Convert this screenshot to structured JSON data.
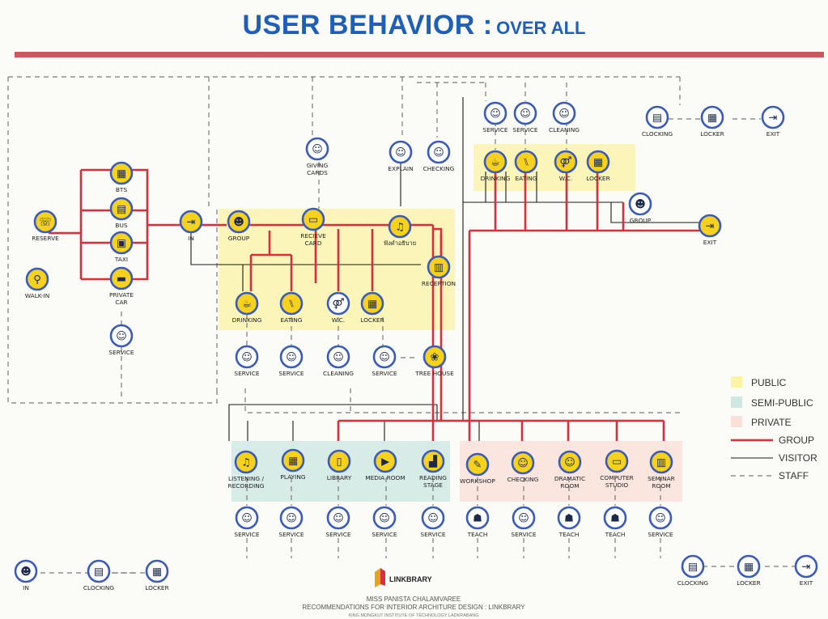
{
  "title": {
    "main": "USER BEHAVIOR :",
    "sub": "OVER ALL"
  },
  "colors": {
    "public": "#fbf3a6",
    "semi_public": "#cfe9e2",
    "private": "#fbe0d8",
    "group": "#d6303c",
    "visitor": "#1a1a1a",
    "staff": "#777777",
    "node_ring": "#3a5cb8",
    "node_fill_yellow": "#f6d21f",
    "node_fill_white": "#ffffff"
  },
  "nodes": {
    "reserve": "RESERVE",
    "walk_in": "WALK-IN",
    "bts": "BTS",
    "bus": "BUS",
    "taxi": "TAXI",
    "private_car": "PRIVATE CAR",
    "service_left": "SERVICE",
    "in_main": "IN",
    "group_main": "GROUP",
    "giving_cards": "GIVING CARDS",
    "recieve_card": "RECIEVE CARD",
    "explain": "EXPLAIN",
    "checking_top": "CHECKING",
    "thai_label": "ฟังคำอธิบาย",
    "reception": "RECEPTION",
    "drinking_mid": "DRINKING",
    "eating_mid": "EATING",
    "wc_mid": "W.C.",
    "locker_mid": "LOCKER",
    "service_a": "SERVICE",
    "service_b": "SERVICE",
    "cleaning_mid": "CLEANING",
    "service_c": "SERVICE",
    "tree_house": "TREE HOUSE",
    "service_tr1": "SERVICE",
    "service_tr2": "SERVICE",
    "cleaning_tr": "CLEANING",
    "drinking_tr": "DRINKING",
    "eating_tr": "EATING",
    "wc_tr": "W.C.",
    "locker_tr": "LOCKER",
    "clocking_tr": "CLOCKING",
    "locker_tr2": "LOCKER",
    "exit_tr": "EXIT",
    "group_right": "GROUP",
    "exit_right": "EXIT",
    "listening": "LISTENING / RECORDING",
    "playing": "PLAYING",
    "library": "LIBRARY",
    "media_room": "MEDIA ROOM",
    "reading_stage": "READING STAGE",
    "workshop": "WORKSHOP",
    "checking_bottom": "CHECKING",
    "dramatic_room": "DRAMATIC ROOM",
    "computer_studio": "COMPUTER STUDIO",
    "seminar_room": "SEMINAR ROOM",
    "b_service1": "SERVICE",
    "b_service2": "SERVICE",
    "b_service3": "SERVICE",
    "b_service4": "SERVICE",
    "b_service5": "SERVICE",
    "b_teach1": "TEACH",
    "b_service6": "SERVICE",
    "b_teach2": "TEACH",
    "b_teach3": "TEACH",
    "b_service7": "SERVICE",
    "in_bl": "IN",
    "clocking_bl": "CLOCKING",
    "locker_bl": "LOCKER",
    "clocking_br": "CLOCKING",
    "locker_br": "LOCKER",
    "exit_br": "EXIT"
  },
  "legend": {
    "public": "PUBLIC",
    "semi_public": "SEMI-PUBLIC",
    "private": "PRIVATE",
    "group": "GROUP",
    "visitor": "VISITOR",
    "staff": "STAFF"
  },
  "footer": {
    "brand": "LINKBRARY",
    "author": "MISS PANISTA       CHALAMVAREE",
    "line2": "RECOMMENDATIONS FOR INTERIOR ARCHITURE DESIGN : LINKBRARY",
    "line3": "KING MONGKUT INSTITUTE OF TECHNOLOGY LADKRABANG"
  }
}
